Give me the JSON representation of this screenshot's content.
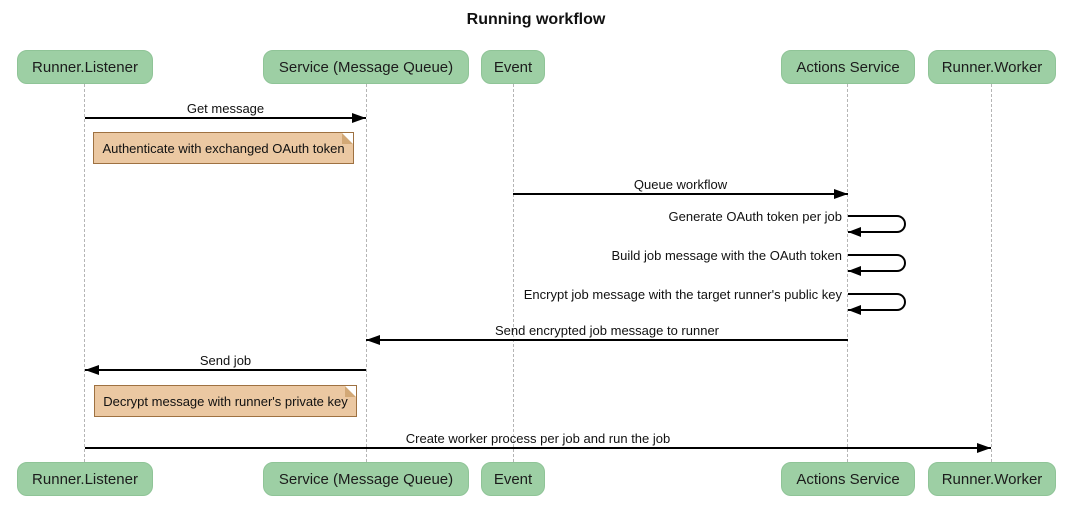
{
  "title": "Running workflow",
  "actors": [
    "Runner.Listener",
    "Service (Message Queue)",
    "Event",
    "Actions Service",
    "Runner.Worker"
  ],
  "messages": {
    "get_message": "Get message",
    "queue_workflow": "Queue workflow",
    "generate_oauth": "Generate OAuth token per job",
    "build_job": "Build job message with the OAuth token",
    "encrypt_job": "Encrypt job message with the target runner's public key",
    "send_encrypted": "Send encrypted job message to runner",
    "send_job": "Send job",
    "create_worker": "Create worker process per job and run the job"
  },
  "notes": {
    "authenticate": "Authenticate with exchanged OAuth token",
    "decrypt": "Decrypt message with runner's private key"
  },
  "colors": {
    "actor_fill": "#9DCFA4",
    "note_fill": "#EBC8A2",
    "note_border": "#9E7141",
    "message_line": "#000000",
    "lifeline": "#B5B5B5",
    "background": "#FFFFFF"
  }
}
